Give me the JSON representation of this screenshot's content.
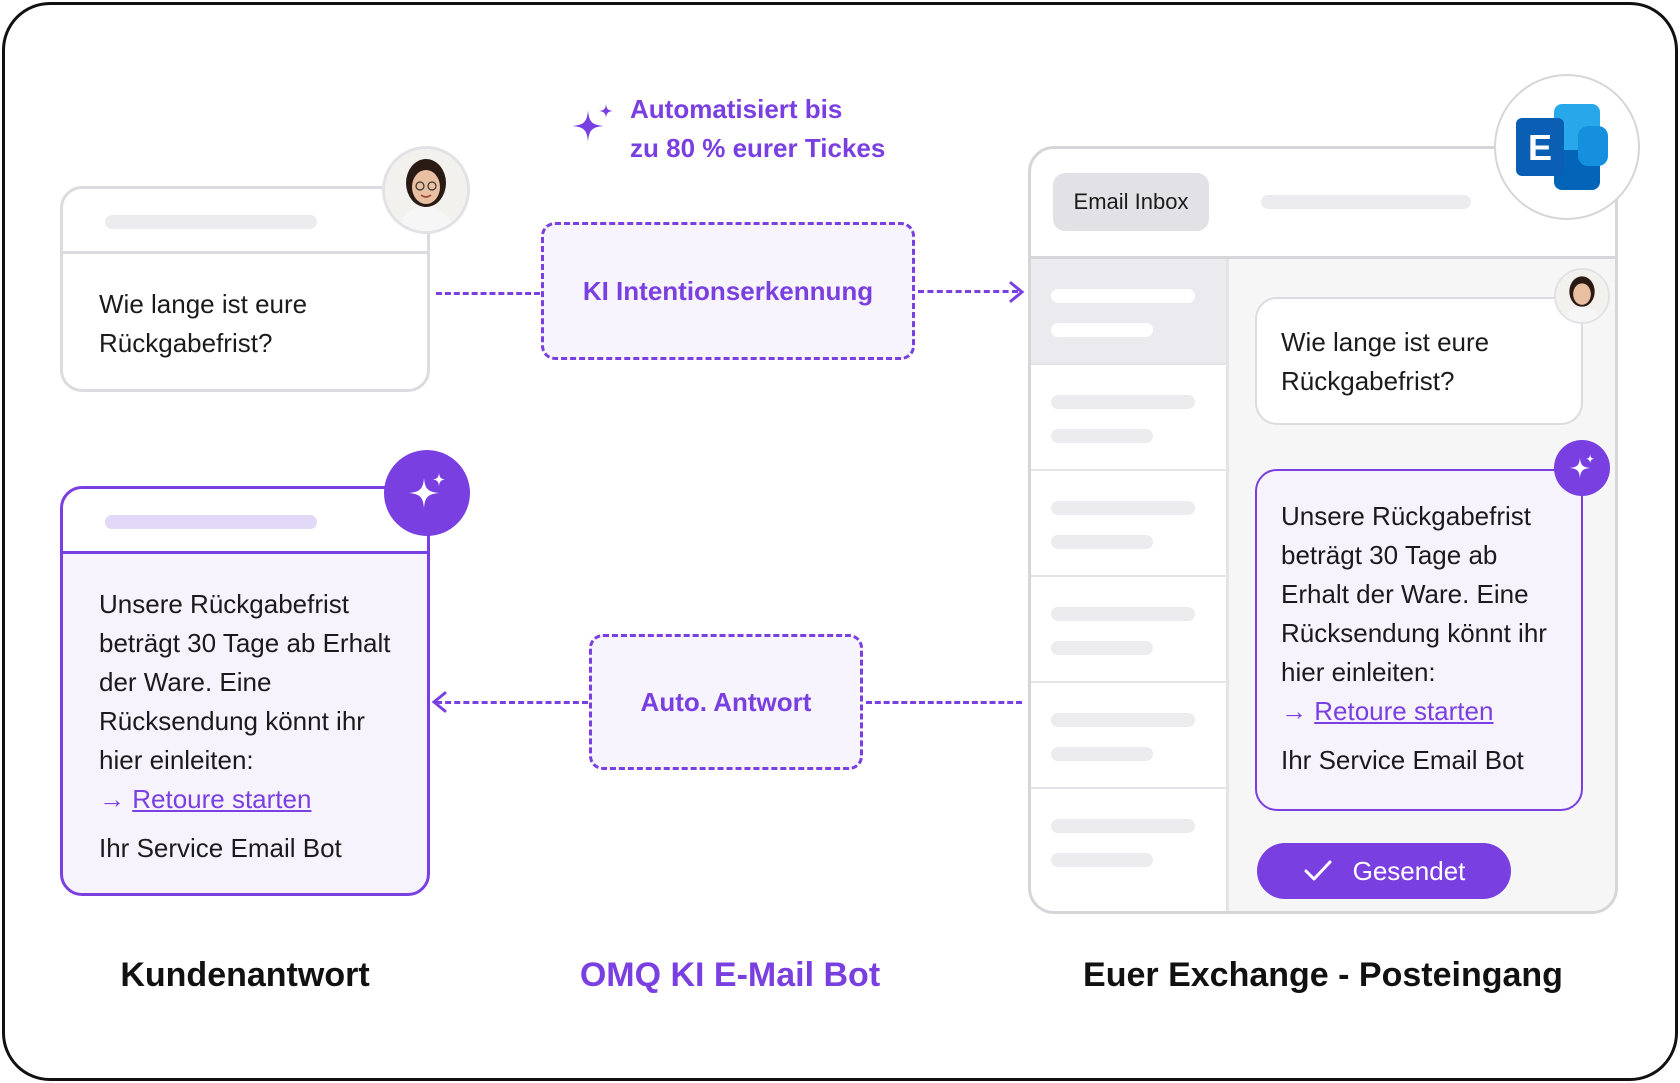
{
  "headline": {
    "line1": "Automatisiert bis",
    "line2": "zu 80 % eurer Tickes"
  },
  "customer_mail": {
    "line1": "Wie lange ist eure",
    "line2": "Rückgabefrist?"
  },
  "bot_reply": {
    "lines": [
      "Unsere Rückgabefrist",
      "beträgt 30 Tage ab Erhalt",
      "der Ware. Eine",
      "Rücksendung könnt ihr",
      "hier einleiten:"
    ],
    "link_arrow": "→",
    "link_text": "Retoure starten",
    "signature": "Ihr Service Email Bot"
  },
  "steps": {
    "intent": "KI Intentionserkennung",
    "auto_reply": "Auto. Antwort"
  },
  "inbox": {
    "tab_label": "Email Inbox",
    "incoming": {
      "line1": "Wie lange ist eure",
      "line2": "Rückgabefrist?"
    },
    "reply": {
      "lines": [
        "Unsere Rückgabefrist",
        "beträgt 30 Tage ab",
        "Erhalt der Ware. Eine",
        "Rücksendung könnt ihr",
        "hier einleiten:"
      ],
      "link_arrow": "→",
      "link_text": "Retoure starten",
      "signature": "Ihr Service Email Bot"
    },
    "sent_label": "Gesendet",
    "logo_letter": "E"
  },
  "captions": {
    "left": "Kundenantwort",
    "middle": "OMQ KI E-Mail Bot",
    "right": "Euer Exchange - Posteingang"
  },
  "colors": {
    "accent": "#7a3fe0",
    "border": "#dcdce0",
    "text": "#1b1b1b"
  }
}
